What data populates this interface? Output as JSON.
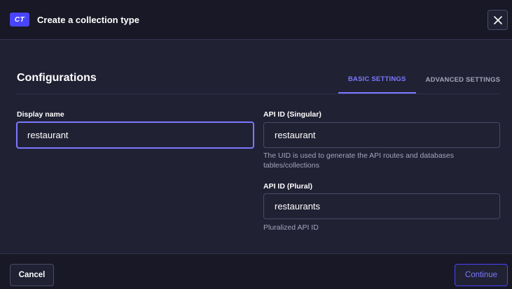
{
  "header": {
    "badge": "CT",
    "title": "Create a collection type",
    "close_icon": "close-icon"
  },
  "section": {
    "title": "Configurations"
  },
  "tabs": [
    {
      "label": "BASIC SETTINGS",
      "active": true
    },
    {
      "label": "ADVANCED SETTINGS",
      "active": false
    }
  ],
  "fields": {
    "display_name": {
      "label": "Display name",
      "value": "restaurant"
    },
    "api_singular": {
      "label": "API ID (Singular)",
      "value": "restaurant",
      "hint": "The UID is used to generate the API routes and databases tables/collections"
    },
    "api_plural": {
      "label": "API ID (Plural)",
      "value": "restaurants",
      "hint": "Pluralized API ID"
    }
  },
  "footer": {
    "cancel_label": "Cancel",
    "continue_label": "Continue"
  },
  "colors": {
    "background": "#212134",
    "header_bg": "#181826",
    "accent": "#4945ff",
    "accent_light": "#7b79ff",
    "border": "#4a4a6a",
    "muted_text": "#a5a5ba"
  }
}
